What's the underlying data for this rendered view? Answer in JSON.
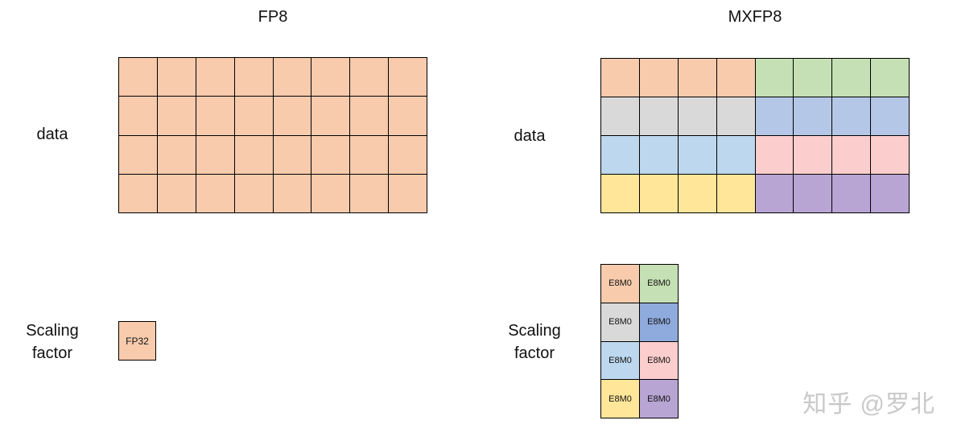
{
  "left_panel": {
    "title": "FP8",
    "data_label": "data",
    "scaling_label": {
      "line1": "Scaling",
      "line2": "factor"
    },
    "data_grid": {
      "rows": 4,
      "cols": 8,
      "cell_color": "#F8CBAD"
    },
    "scaling_cell": {
      "label": "FP32",
      "color": "#F8CBAD"
    }
  },
  "right_panel": {
    "title": "MXFP8",
    "data_label": "data",
    "scaling_label": {
      "line1": "Scaling",
      "line2": "factor"
    },
    "data_grid": {
      "rows": 4,
      "cols": 8,
      "cols_per_block": 4,
      "block_colors": [
        [
          "#F8CBAD",
          "#C5E0B4"
        ],
        [
          "#D9D9D9",
          "#B4C7E7"
        ],
        [
          "#BDD7EE",
          "#FBCDCD"
        ],
        [
          "#FFE699",
          "#B8A5D4"
        ]
      ]
    },
    "scaling_grid": {
      "rows": 4,
      "cols": 2,
      "cell_label": "E8M0",
      "cell_colors": [
        [
          "#F8CBAD",
          "#C5E0B4"
        ],
        [
          "#D9D9D9",
          "#8FAADC"
        ],
        [
          "#BDD7EE",
          "#FBCDCD"
        ],
        [
          "#FFE699",
          "#B8A5D4"
        ]
      ]
    }
  },
  "watermark": {
    "text": "知乎 @罗北",
    "color": "#C9C9C9"
  },
  "colors": {
    "border": "#000000",
    "background": "#FFFFFF"
  }
}
